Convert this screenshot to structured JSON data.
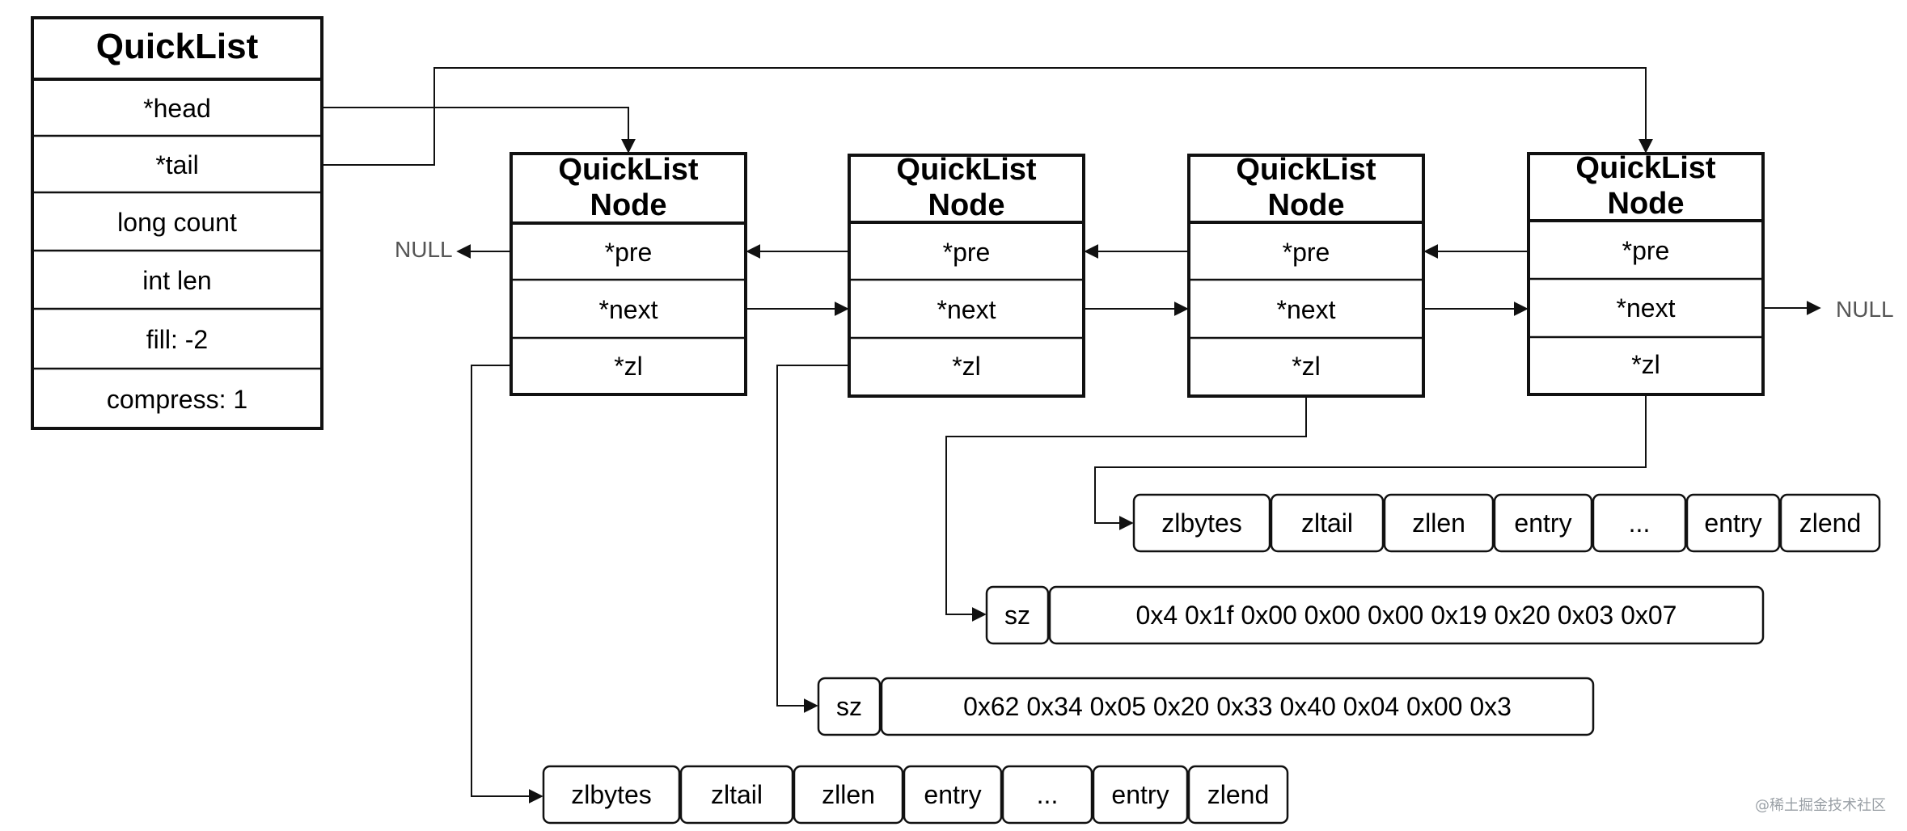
{
  "quicklist": {
    "title": "QuickList",
    "fields": [
      "*head",
      "*tail",
      "long count",
      "int len",
      "fill: -2",
      "compress: 1"
    ]
  },
  "node": {
    "title_line1": "QuickList",
    "title_line2": "Node",
    "fields": [
      "*pre",
      "*next",
      "*zl"
    ]
  },
  "null_label": "NULL",
  "ziplist_plain": {
    "cells": [
      "zlbytes",
      "zltail",
      "zllen",
      "entry",
      "...",
      "entry",
      "zlend"
    ]
  },
  "ziplist_compressed_1": {
    "sz_label": "sz",
    "bytes": "0x4 0x1f 0x00 0x00 0x00 0x19 0x20 0x03 0x07"
  },
  "ziplist_compressed_2": {
    "sz_label": "sz",
    "bytes": "0x62 0x34 0x05 0x20 0x33 0x40 0x04 0x00 0x3"
  },
  "watermark": "@稀土掘金技术社区",
  "colors": {
    "stroke": "#111111",
    "null_text": "#555555",
    "watermark": "#9aa0a6"
  }
}
